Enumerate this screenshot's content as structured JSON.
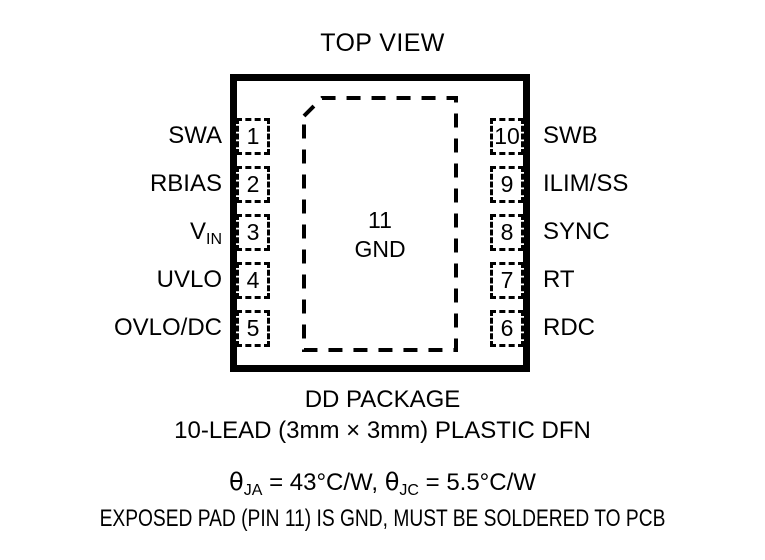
{
  "diagram": {
    "title": "TOP VIEW",
    "package_outline": {
      "shape": "rectangle",
      "color": "#000000"
    },
    "exposed_pad": {
      "pin_number": "11",
      "net_name": "GND",
      "style": "dashed",
      "chamfer_corner": "top-left"
    },
    "pins_left": [
      {
        "number": "1",
        "label": "SWA"
      },
      {
        "number": "2",
        "label": "RBIAS"
      },
      {
        "number": "3",
        "label": "V",
        "sub": "IN"
      },
      {
        "number": "4",
        "label": "UVLO"
      },
      {
        "number": "5",
        "label": "OVLO/DC"
      }
    ],
    "pins_right": [
      {
        "number": "10",
        "label": "SWB"
      },
      {
        "number": "9",
        "label": "ILIM/SS"
      },
      {
        "number": "8",
        "label": "SYNC"
      },
      {
        "number": "7",
        "label": "RT"
      },
      {
        "number": "6",
        "label": "RDC"
      }
    ],
    "caption": {
      "package_name": "DD PACKAGE",
      "lead_description": "10-LEAD (3mm × 3mm) PLASTIC DFN",
      "theta_ja_symbol": "θ",
      "theta_ja_sub": "JA",
      "theta_ja_value": " = 43°C/W, ",
      "theta_jc_symbol": "θ",
      "theta_jc_sub": "JC",
      "theta_jc_value": " = 5.5°C/W",
      "exposed_pad_note": "EXPOSED PAD (PIN 11) IS GND, MUST BE SOLDERED TO PCB"
    }
  }
}
